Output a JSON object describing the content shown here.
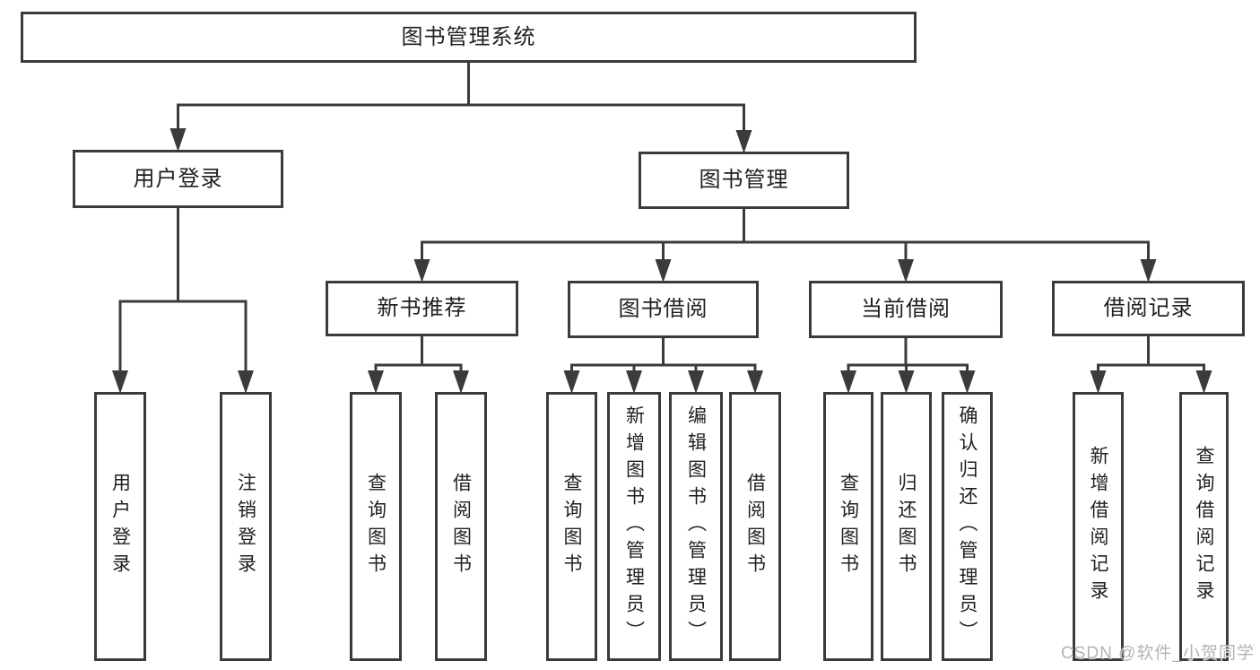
{
  "diagram": {
    "type": "hierarchy-tree",
    "title": "图书管理系统",
    "tree": {
      "id": "root",
      "label": "图书管理系统",
      "children": [
        {
          "id": "user-login",
          "label": "用户登录",
          "children": [
            {
              "id": "login",
              "label": "用户登录"
            },
            {
              "id": "logout",
              "label": "注销登录"
            }
          ]
        },
        {
          "id": "book-mgmt",
          "label": "图书管理",
          "children": [
            {
              "id": "new-book",
              "label": "新书推荐",
              "children": [
                {
                  "id": "nb-query",
                  "label": "查询图书"
                },
                {
                  "id": "nb-borrow",
                  "label": "借阅图书"
                }
              ]
            },
            {
              "id": "book-borrow",
              "label": "图书借阅",
              "children": [
                {
                  "id": "bb-query",
                  "label": "查询图书"
                },
                {
                  "id": "bb-add",
                  "label": "新增图书（管理员）"
                },
                {
                  "id": "bb-edit",
                  "label": "编辑图书（管理员）"
                },
                {
                  "id": "bb-borrow",
                  "label": "借阅图书"
                }
              ]
            },
            {
              "id": "cur-borrow",
              "label": "当前借阅",
              "children": [
                {
                  "id": "cb-query",
                  "label": "查询图书"
                },
                {
                  "id": "cb-return",
                  "label": "归还图书"
                },
                {
                  "id": "cb-confirm",
                  "label": "确认归还（管理员）"
                }
              ]
            },
            {
              "id": "borrow-rec",
              "label": "借阅记录",
              "children": [
                {
                  "id": "br-add",
                  "label": "新增借阅记录"
                },
                {
                  "id": "br-query",
                  "label": "查询借阅记录"
                }
              ]
            }
          ]
        }
      ]
    }
  },
  "watermark": {
    "text": "CSDN @软件_小贺同学"
  },
  "colors": {
    "line": "#3b3b3b",
    "text": "#1f1f1f",
    "box_background": "#ffffff",
    "page_background": "#ffffff",
    "watermark": "#b4b4b4"
  }
}
